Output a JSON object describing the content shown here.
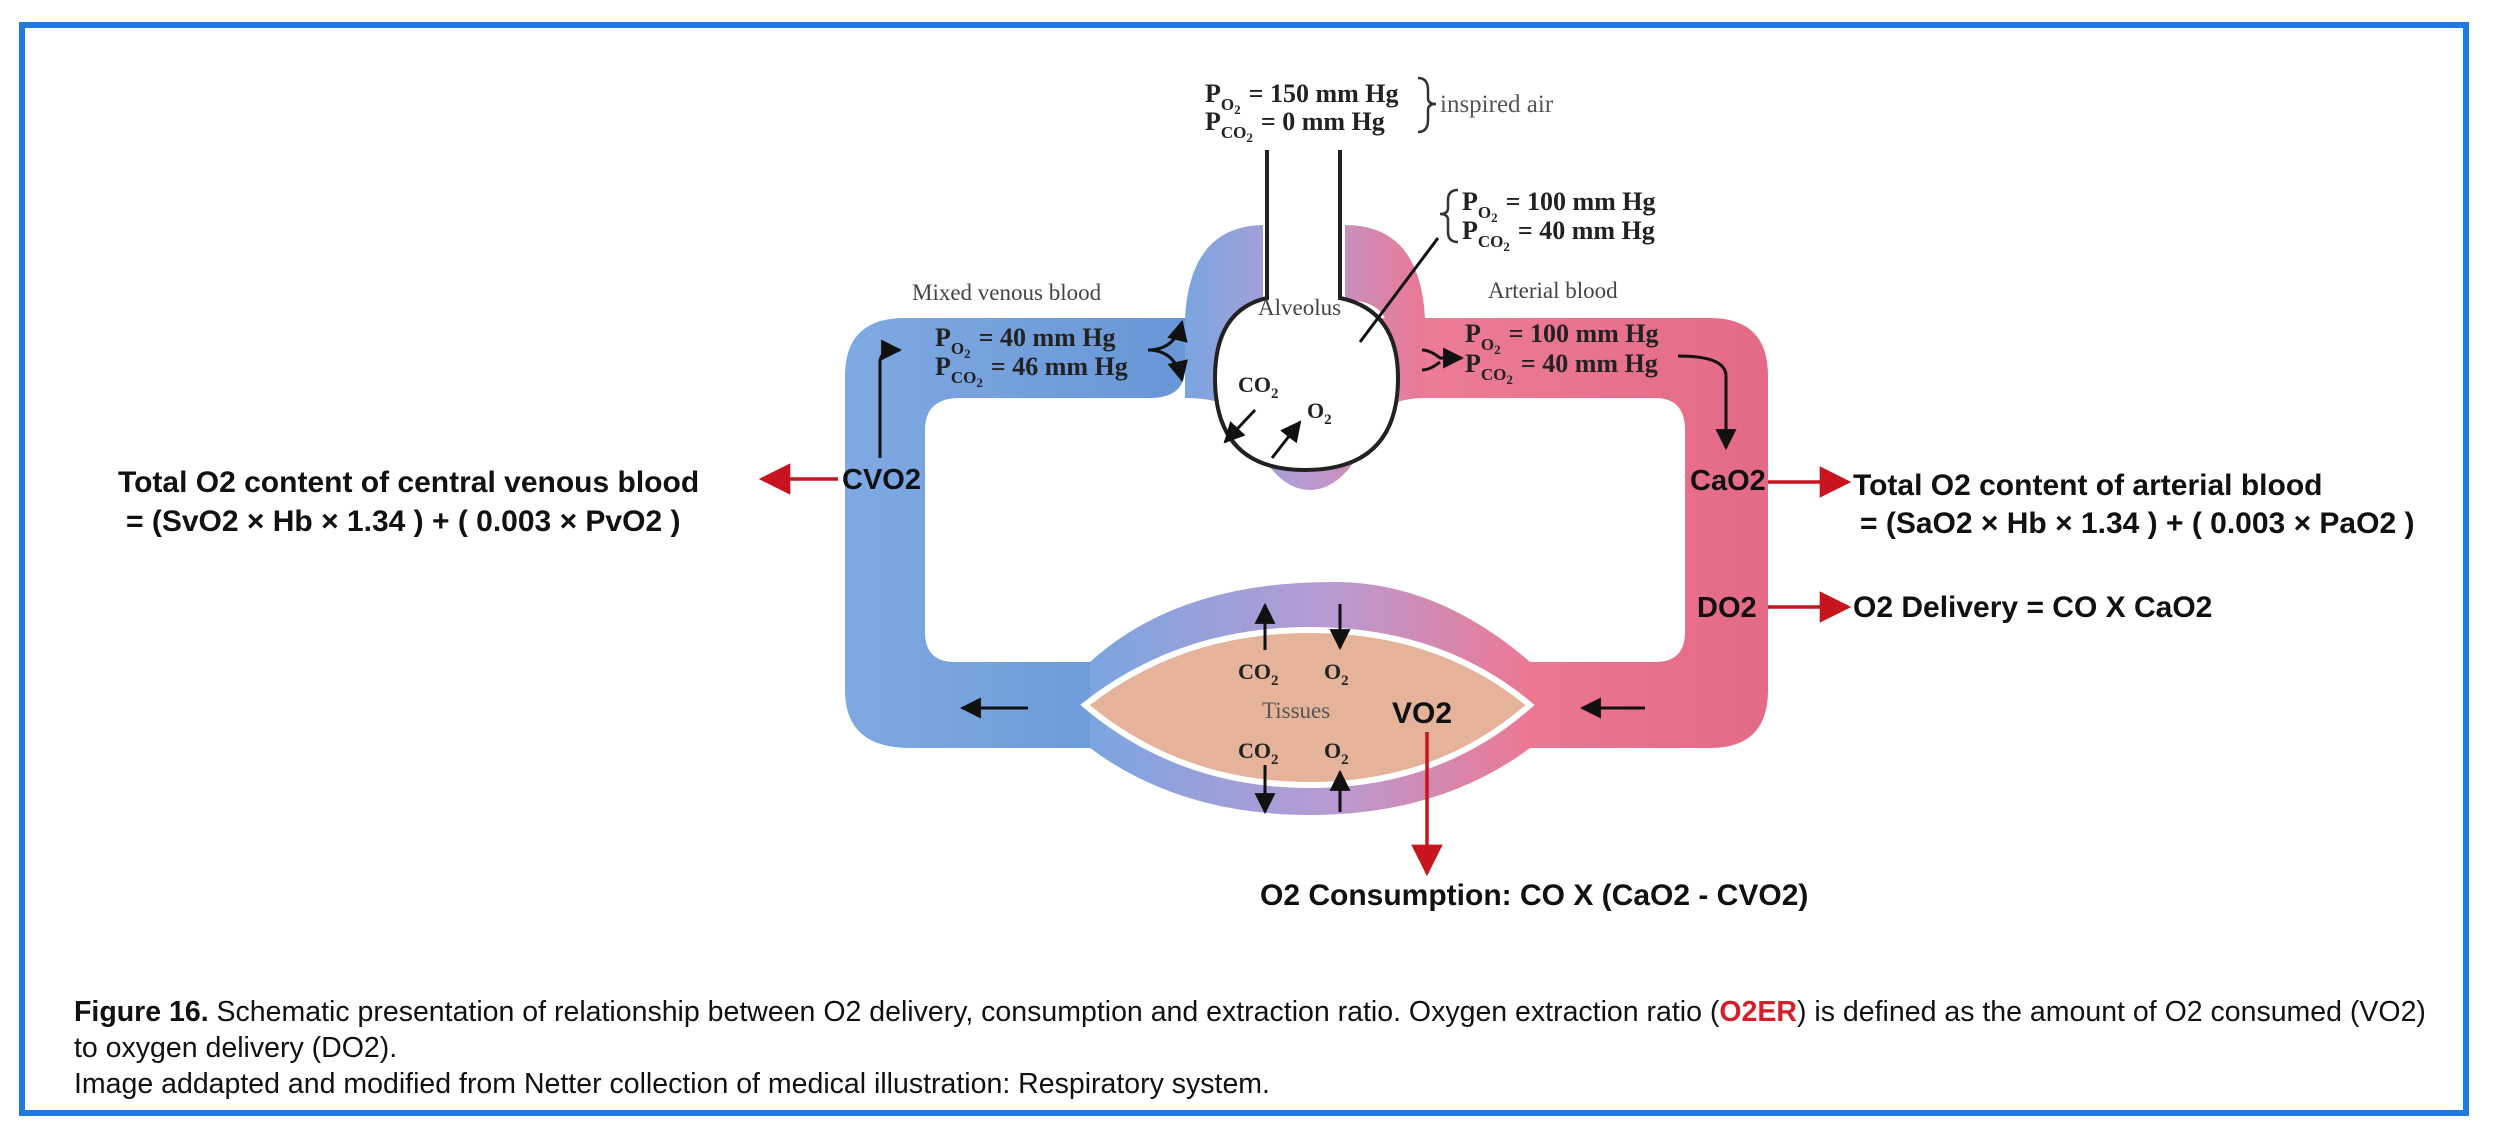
{
  "diagram": {
    "inspired_air": {
      "po2": "= 150 mm Hg",
      "pco2": "= 0 mm Hg",
      "label": "inspired air"
    },
    "alveolar_gas": {
      "po2": "= 100 mm Hg",
      "pco2": "= 40 mm Hg"
    },
    "alveolus_label": "Alveolus",
    "mixed_venous": {
      "title": "Mixed venous blood",
      "po2": "= 40 mm Hg",
      "pco2": "= 46 mm Hg"
    },
    "arterial": {
      "title": "Arterial blood",
      "po2": "= 100 mm Hg",
      "pco2": "= 40 mm Hg"
    },
    "gas_symbols": {
      "P": "P",
      "O": "O",
      "CO": "CO",
      "sub2": "2",
      "CO2": "CO",
      "O2": "O"
    },
    "tissues_label": "Tissues",
    "cvo2": "CVO2",
    "cao2": "CaO2",
    "do2": "DO2",
    "vo2": "VO2",
    "venous_content": {
      "line1": "Total O2 content of central venous blood",
      "line2": "= (SvO2 × Hb × 1.34 ) + ( 0.003 × PvO2 )"
    },
    "arterial_content": {
      "line1": "Total O2 content of arterial blood",
      "line2": "= (SaO2 × Hb × 1.34 ) + ( 0.003 × PaO2 )"
    },
    "delivery": "O2 Delivery = CO X CaO2",
    "consumption": "O2 Consumption: CO X (CaO2 - CVO2)"
  },
  "caption": {
    "figure_label": "Figure 16.",
    "text_before": " Schematic presentation of relationship between O2 delivery, consumption and extraction ratio. Oxygen extraction ratio (",
    "o2er": "O2ER",
    "text_after": ") is defined as the amount of O2 consumed (VO2) to oxygen delivery (DO2).",
    "source": "Image addapted and modified from Netter collection of medical illustration: Respiratory system."
  },
  "colors": {
    "border": "#1f7ae0",
    "venous": "#6f9fdc",
    "arterial": "#e8708a",
    "mixed": "#b79bd0",
    "tissue": "#e4b39a",
    "red_arrow": "#c8141e"
  }
}
